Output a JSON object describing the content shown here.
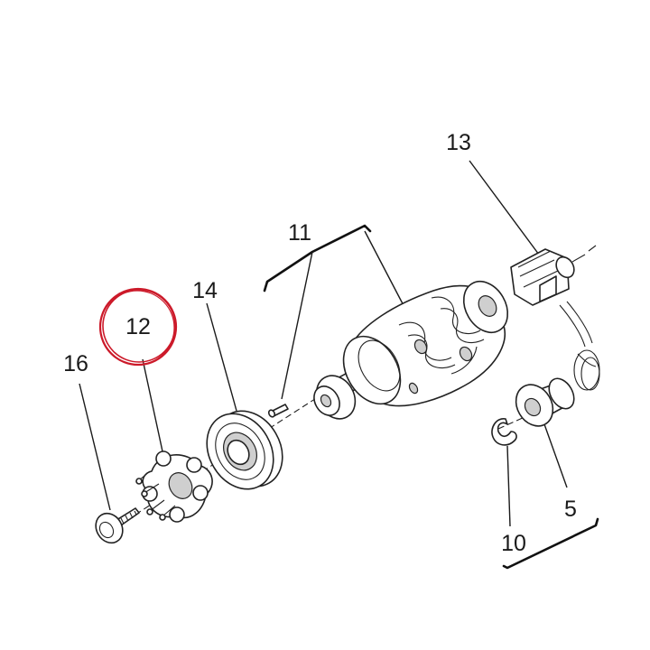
{
  "callouts": {
    "p5": {
      "number": "5"
    },
    "p10": {
      "number": "10"
    },
    "p11": {
      "number": "11"
    },
    "p12": {
      "number": "12"
    },
    "p13": {
      "number": "13"
    },
    "p14": {
      "number": "14"
    },
    "p16": {
      "number": "16"
    }
  },
  "highlight": {
    "target": "12",
    "color": "#cc1a2a"
  }
}
